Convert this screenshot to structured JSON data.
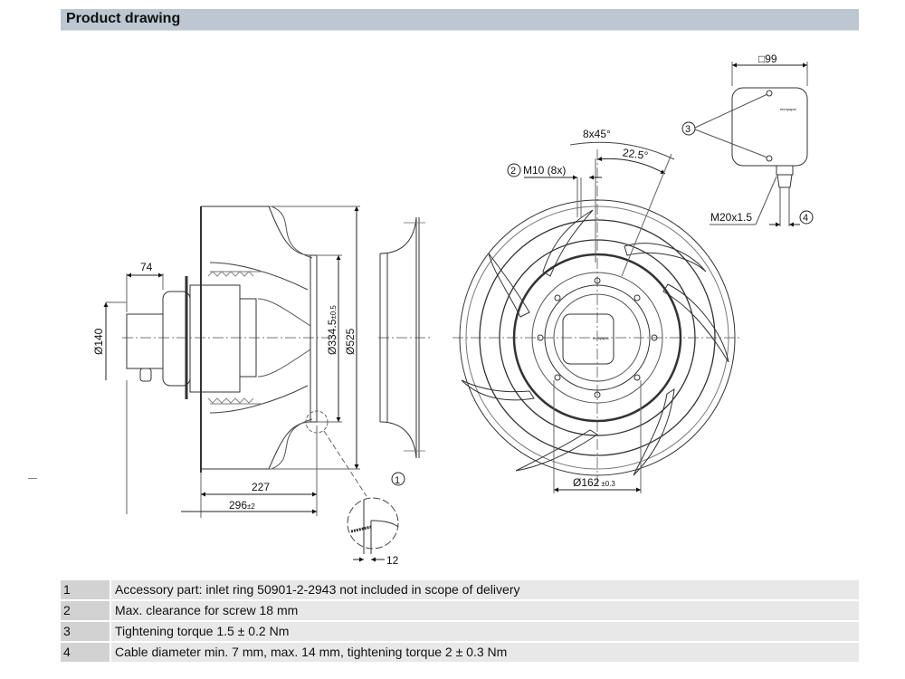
{
  "header": {
    "title": "Product drawing"
  },
  "drawing": {
    "dimensions": {
      "terminal_box_size": "□99",
      "motor_length": "74",
      "motor_diameter": "Ø140",
      "inlet_diameter": "Ø334.5",
      "inlet_diameter_tol": "±0.5",
      "outer_diameter": "Ø525",
      "depth_227": "227",
      "overall_depth": "296",
      "overall_depth_tol": "±2",
      "inlet_ring_detail": "12",
      "hub_diameter": "Ø162",
      "hub_diameter_tol": "±0.3",
      "bolt_pattern": "8x45°",
      "bolt_offset_angle": "22.5°",
      "screw_thread": "M10 (8x)",
      "cable_gland": "M20x1.5"
    },
    "callouts": [
      "1",
      "2",
      "3",
      "4"
    ],
    "brand_mark": "ebmpapst"
  },
  "notes": [
    {
      "num": "1",
      "text": "Accessory part: inlet ring 50901-2-2943 not included in scope of delivery"
    },
    {
      "num": "2",
      "text": "Max. clearance for screw 18 mm"
    },
    {
      "num": "3",
      "text": "Tightening torque 1.5 ± 0.2 Nm"
    },
    {
      "num": "4",
      "text": "Cable diameter min. 7 mm, max. 14 mm, tightening torque 2 ± 0.3 Nm"
    }
  ]
}
